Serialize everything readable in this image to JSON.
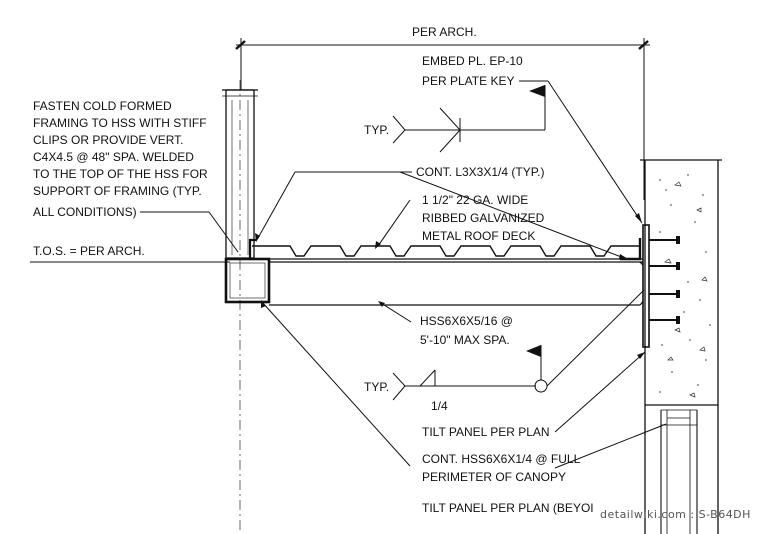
{
  "dimension": {
    "per_arch": "PER ARCH."
  },
  "notes": {
    "fasten": [
      "FASTEN COLD FORMED",
      "FRAMING TO HSS WITH STIFF",
      "CLIPS OR PROVIDE VERT.",
      "C4X4.5 @ 48\" SPA. WELDED",
      "TO THE TOP OF THE HSS FOR",
      "SUPPORT OF FRAMING (TYP.",
      "ALL CONDITIONS)"
    ],
    "tos": "T.O.S. = PER ARCH.",
    "embed": [
      "EMBED PL. EP-10",
      "PER PLATE KEY"
    ],
    "angle": "CONT. L3X3X1/4 (TYP.)",
    "deck": [
      "1 1/2\" 22 GA. WIDE",
      "RIBBED GALVANIZED",
      "METAL ROOF DECK"
    ],
    "hss": [
      "HSS6X6X5/16 @",
      "5'-10\" MAX SPA."
    ],
    "tilt": "TILT PANEL PER PLAN",
    "perimeter": [
      "CONT. HSS6X6X1/4 @ FULL",
      "PERIMETER OF CANOPY"
    ],
    "tilt_beyond": "TILT PANEL PER PLAN (BEYOI"
  },
  "welds": {
    "typ_upper": "TYP.",
    "typ_lower": "TYP.",
    "size": "1/4"
  },
  "watermark": "detailwiki.com : S-B64DH"
}
